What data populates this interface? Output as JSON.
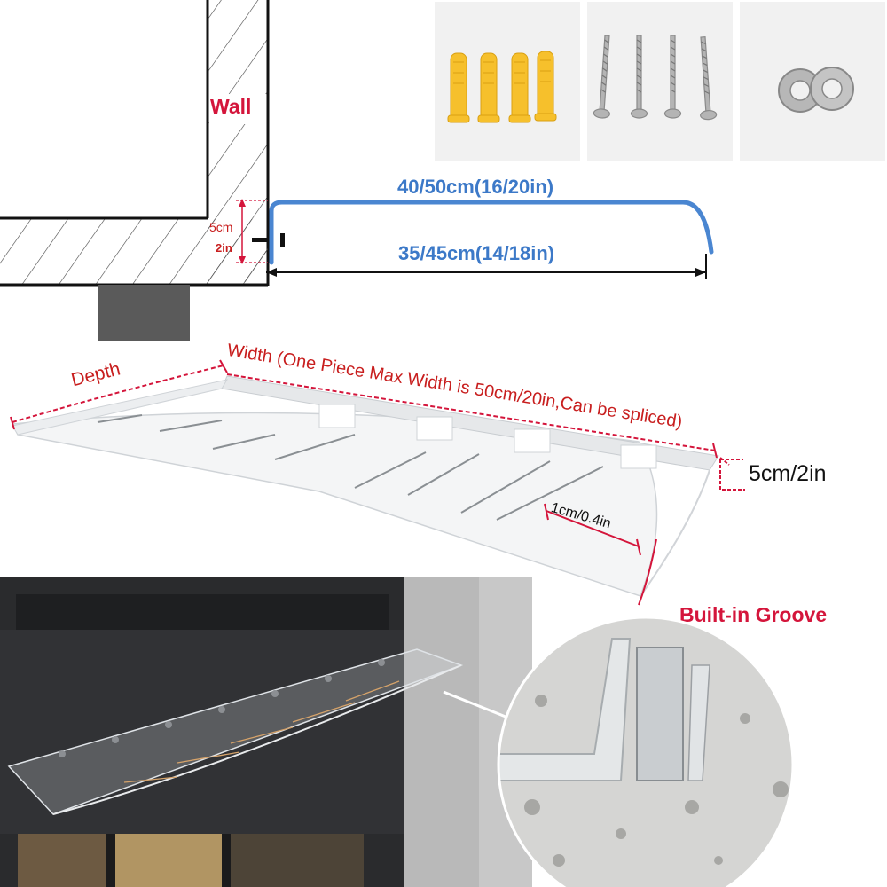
{
  "diagram": {
    "wall_label": "Wall",
    "height_cm": "5cm",
    "height_in": "2in",
    "top_length": "40/50cm(16/20in)",
    "bottom_length": "35/45cm(14/18in)"
  },
  "hardware": {
    "items": [
      "anchor-plugs",
      "screws",
      "washers"
    ]
  },
  "product": {
    "depth_label": "Depth",
    "width_label": "Width (One Piece Max Width is 50cm/20in,Can be spliced)",
    "height_label": "5cm/2in",
    "groove_width_label": "1cm/0.4in"
  },
  "callout": {
    "groove_label": "Built-in Groove"
  },
  "colors": {
    "accent_red": "#d4153b",
    "accent_blue": "#3c79c8",
    "wall_dark": "#5a5a5a",
    "plug_yellow": "#f6c02c"
  }
}
